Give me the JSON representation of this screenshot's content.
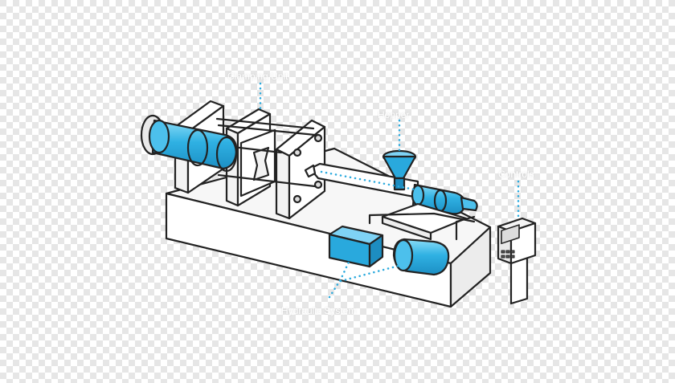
{
  "labels": {
    "clamping_unit": "Clamping Unit",
    "hopper": "Hopper",
    "controls": "Controls",
    "hydraulic_system": "Hydraulic System"
  },
  "colors": {
    "accent": "#29a9dd",
    "accent_light": "#7fd3f5",
    "outline": "#222222",
    "body": "#ffffff",
    "checker_dark": "#e6e6e6",
    "checker_light": "#ffffff"
  }
}
